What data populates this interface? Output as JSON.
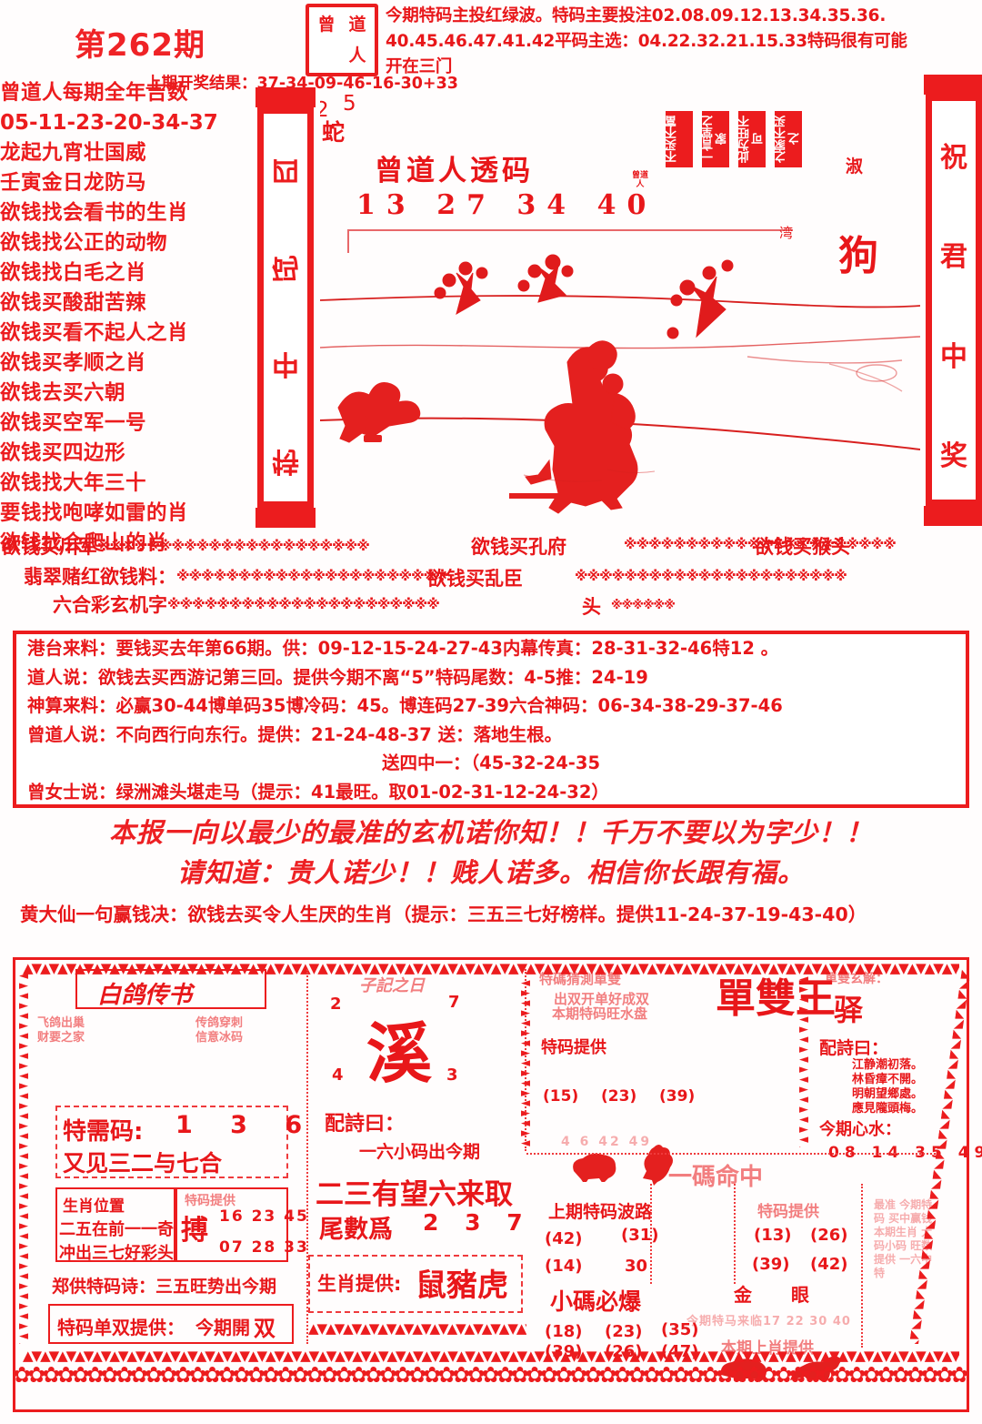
{
  "header": {
    "issue_label": "第262期",
    "seal_chars": [
      "曾",
      "道",
      "人",
      ""
    ],
    "main_lines": [
      "今期特码主投红绿波。特码主要投注02.08.09.12.13.34.35.36.",
      "40.45.46.47.41.42平码主选：04.22.32.21.15.33特码很有可能",
      "开在三门"
    ],
    "previous_result_label": "上期开奖结果：",
    "previous_result_numbers": "37-34-09-46-16-30+33"
  },
  "left_list": {
    "title": "曾道人每期全年吉数",
    "lucky_numbers": "05-11-23-20-34-37",
    "items": [
      "龙起九宵壮国威",
      "壬寅金日龙防马",
      "欲钱找会看书的生肖",
      "欲钱找公正的动物",
      "欲钱找白毛之肖",
      "欲钱买酸甜苦辣",
      "欲钱买看不起人之肖",
      "欲钱买孝顺之肖",
      "欲钱去买六朝",
      "欲钱买空军一号",
      "欲钱买四边形",
      "欲钱找大年三十",
      "要钱找咆哮如雷的肖",
      "欲钱找会爬山的肖"
    ]
  },
  "banners": {
    "left_vertical": [
      "四",
      "码",
      "中",
      "特"
    ],
    "right_vertical": [
      "祝",
      "君",
      "中",
      "奖"
    ]
  },
  "centre": {
    "zodiac_num_1": "2",
    "zodiac_num_2": "5",
    "zodiac_name": "蛇",
    "brand_title": "曾道人透码",
    "main_numbers": "13  27  34  40",
    "water_mark": "湾",
    "shu_char": "淑",
    "big_zodiac": "狗",
    "stamp_small": "曾道人",
    "vertical_blocks": [
      "不买不富",
      "一言堂之家",
      "此为旺不可",
      "之家不买之"
    ]
  },
  "bars": {
    "line1_left": "欲钱买川军",
    "line1_mid": "欲钱买孔府",
    "line1_right": "欲钱买猴头",
    "line2_left": "翡翠赌红欲钱料：",
    "line2_mid": "欲钱买乱臣",
    "line3_left": "六合彩玄机字",
    "line3_mid": "头",
    "stars": "※※※※※※※※※※※※※※※※※※※※※※"
  },
  "box_lines": [
    "港台来料：要钱买去年第66期。供：09-12-15-24-27-43内幕传真：28-31-32-46特12 。",
    "道人说：欲钱去买西游记第三回。提供今期不离“5”特码尾数：4-5推：24-19",
    "神算来料：必赢30-44博单码35博冷码：45。博连码27-39六合神码：06-34-38-29-37-46",
    "曾道人说：不向西行向东行。提供：21-24-48-37 送：落地生根。",
    "送四中一：（45-32-24-35",
    "曾女士说：绿洲滩头堪走马（提示：41最旺。取01-02-31-12-24-32）"
  ],
  "slogans": [
    "本报一向以最少的最准的玄机诺你知！！千万不要以为字少！！",
    "请知道：贵人诺少！！贱人诺多。相信你长跟有福。"
  ],
  "huang_line": "黄大仙一句赢钱决：欲钱去买令人生厌的生肖（提示：三五三七好榜样。提供11-24-37-19-43-40）",
  "panel_pigeon": {
    "title": "白鸽传书",
    "side_left": "飞鸽出巢\n财要之家",
    "side_right": "传鸽穿刺\n信意冰码",
    "special_label": "特需码:",
    "special_numbers": "1 3 6",
    "poem": "又见三二与七合",
    "zodiac_pos_label": "生肖位置",
    "zodiac_pos_line1": "二五在前一一奇",
    "zodiac_pos_line2": "冲出三七好彩头",
    "provide_label": "特码提供",
    "bo_char": "搏",
    "provide_row1": "16 23 45",
    "provide_row2": "07 28 33",
    "special_poem": "郑供特码诗：三五旺势出今期",
    "odd_even_label": "特码单双提供：",
    "odd_even_value": "今期開",
    "odd_even_result": "双"
  },
  "panel_stream": {
    "title": "子記之日",
    "corner_tl": "2",
    "corner_tr": "7",
    "corner_bl": "4",
    "corner_br": "3",
    "big_char": "溪",
    "poem_label": "配詩曰：",
    "poem_line": "一六小码出今期",
    "headline": "二三有望六来取",
    "tail_label": "尾數爲",
    "tail_numbers": "2 3 7",
    "zodiac_label": "生肖提供:",
    "zodiac_value": "鼠豬虎"
  },
  "panel_single_double": {
    "header": "特碼猜測單雙",
    "sub_line1": "出双开单好成双",
    "sub_line2": "本期特码旺水盘",
    "provide_label": "特码提供",
    "numbers": [
      "15",
      "23",
      "39"
    ],
    "small_note": "4 6 42 49",
    "big_title": "單雙王",
    "right_label": "單雙玄解：",
    "right_big": "驿",
    "poem_label": "配詩曰：",
    "poem": [
      "江静潮初落。",
      "林昏瘴不開。",
      "明朝望鄉處。",
      "應見隴頭梅。"
    ],
    "xinshui_label": "今期心水：",
    "xinshui_numbers": "08 14 35 49"
  },
  "panel_bottom_strip": {
    "title": "一碼命中",
    "last_wave_label": "上期特码波路",
    "last_wave_numbers": [
      "42",
      "31",
      "14",
      "30"
    ],
    "small_must_label": "小碼必爆",
    "small_must_numbers": [
      "18",
      "23",
      "35",
      "39",
      "26",
      "47"
    ],
    "mid_label": "金 眼",
    "mid_note": "今期特马来临17 22 30 40",
    "mid_zodiac_label": "本期上肖提供",
    "right_label": "特码提供",
    "right_numbers": [
      "13",
      "26",
      "39",
      "42"
    ]
  },
  "colors": {
    "ink": "#e8171a",
    "bright": "#ec1c1e",
    "paper": "#fffdfd"
  }
}
